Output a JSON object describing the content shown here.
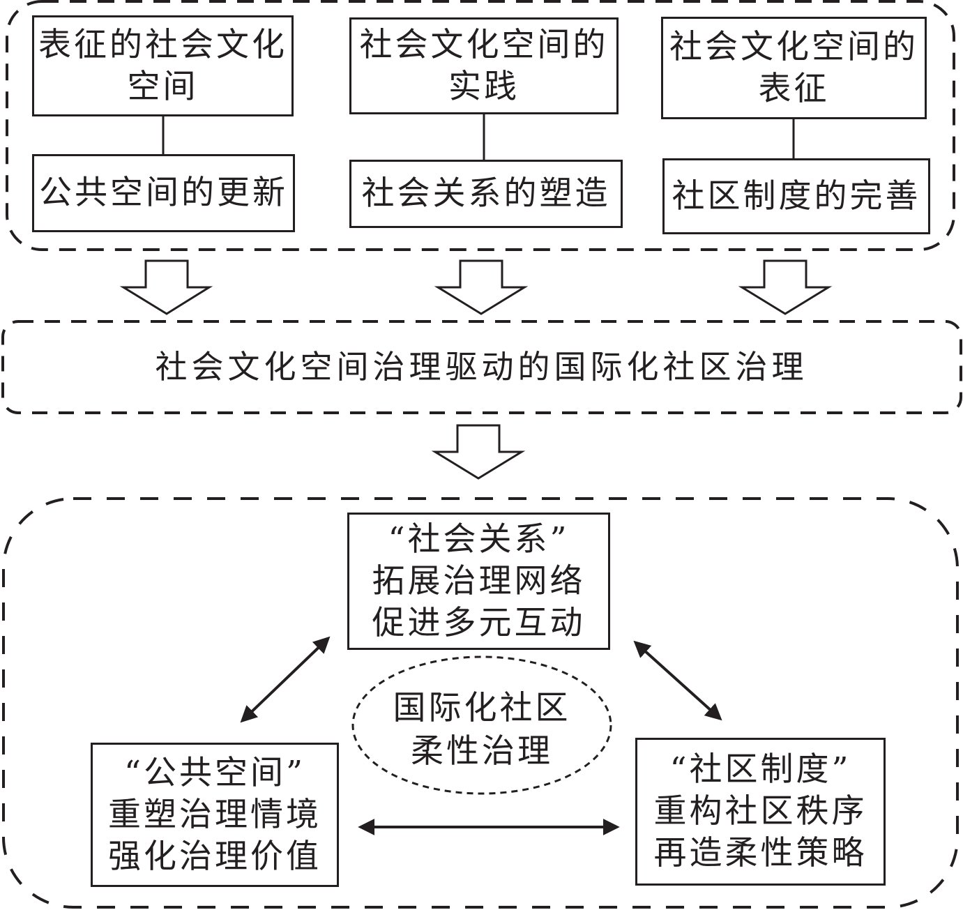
{
  "diagram": {
    "top_section": {
      "columns": [
        {
          "upper": [
            "表征的社会文化",
            "空间"
          ],
          "lower": "公共空间的更新"
        },
        {
          "upper": [
            "社会文化空间的",
            "实践"
          ],
          "lower": "社会关系的塑造"
        },
        {
          "upper": [
            "社会文化空间的",
            "表征"
          ],
          "lower": "社区制度的完善"
        }
      ]
    },
    "middle_section": {
      "label": "社会文化空间治理驱动的国际化社区治理"
    },
    "bottom_section": {
      "top_node": [
        "“社会关系”",
        "拓展治理网络",
        "促进多元互动"
      ],
      "left_node": [
        "“公共空间”",
        "重塑治理情境",
        "强化治理价值"
      ],
      "right_node": [
        "“社区制度”",
        "重构社区秩序",
        "再造柔性策略"
      ],
      "center": [
        "国际化社区",
        "柔性治理"
      ]
    },
    "colors": {
      "stroke": "#231f20",
      "background": "#ffffff"
    }
  }
}
